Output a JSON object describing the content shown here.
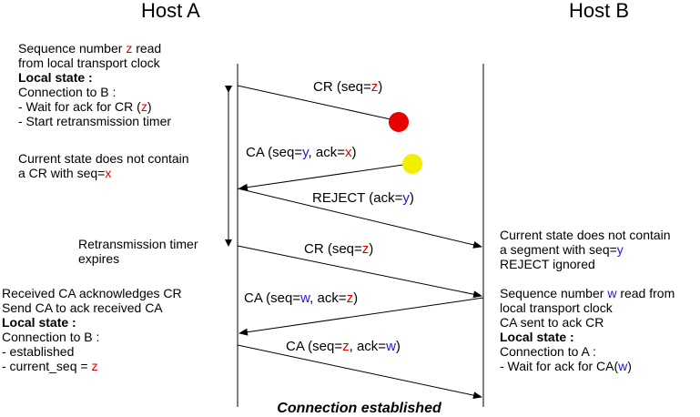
{
  "hosts": {
    "a": "Host A",
    "b": "Host B"
  },
  "colors": {
    "red": "#e00000",
    "blue": "#1a1ad8",
    "lost_dot": "#e60000",
    "late_dot": "#f2ee00"
  },
  "left_notes": {
    "n1": [
      [
        "Sequence number ",
        [
          "z",
          "red"
        ],
        " read"
      ],
      [
        "from local transport clock"
      ]
    ],
    "n1_state": "Local state :",
    "n1_rest": [
      [
        "Connection to B :"
      ],
      [
        "- Wait for ack for CR (",
        [
          "z",
          "red"
        ],
        ")"
      ],
      [
        "- Start retransmission timer"
      ]
    ],
    "n2": [
      [
        "Current state does not contain"
      ],
      [
        "a CR with seq=",
        [
          "x",
          "red"
        ]
      ]
    ],
    "n3": [
      "Retransmission timer",
      "expires"
    ],
    "n4": [
      [
        "Received CA acknowledges CR"
      ],
      [
        "Send CA to ack received CA"
      ]
    ],
    "n4_state": "Local state :",
    "n4_rest": [
      [
        "Connection to B :"
      ],
      [
        "- established"
      ],
      [
        "- current_seq = ",
        [
          "z",
          "red"
        ]
      ]
    ]
  },
  "right_notes": {
    "n1": [
      [
        "Current state does not contain"
      ],
      [
        "a segment with seq=",
        [
          "y",
          "blue"
        ]
      ],
      [
        "REJECT ignored"
      ]
    ],
    "n2": [
      [
        "Sequence number ",
        [
          "w",
          "blue"
        ],
        " read from"
      ],
      [
        "local transport clock"
      ],
      [
        "CA sent to ack CR"
      ]
    ],
    "n2_state": "Local state :",
    "n2_rest": [
      [
        "Connection to A :"
      ],
      [
        "- Wait for ack for CA(",
        [
          "w",
          "blue"
        ],
        ")"
      ]
    ]
  },
  "messages": {
    "m1": [
      "CR (seq=",
      [
        "z",
        "red"
      ],
      ")"
    ],
    "m2": [
      "CA  (seq=",
      [
        "y",
        "blue"
      ],
      ", ack=",
      [
        "x",
        "red"
      ],
      ")"
    ],
    "m3": [
      "REJECT (ack=",
      [
        "y",
        "blue"
      ],
      ")"
    ],
    "m4": [
      "CR (seq=",
      [
        "z",
        "red"
      ],
      ")"
    ],
    "m5": [
      "CA  (seq=",
      [
        "w",
        "blue"
      ],
      ", ack=",
      [
        "z",
        "red"
      ],
      ")"
    ],
    "m6": [
      "CA  (seq=",
      [
        "z",
        "red"
      ],
      ", ack=",
      [
        "w",
        "blue"
      ],
      ")"
    ]
  },
  "footer": "Connection established"
}
